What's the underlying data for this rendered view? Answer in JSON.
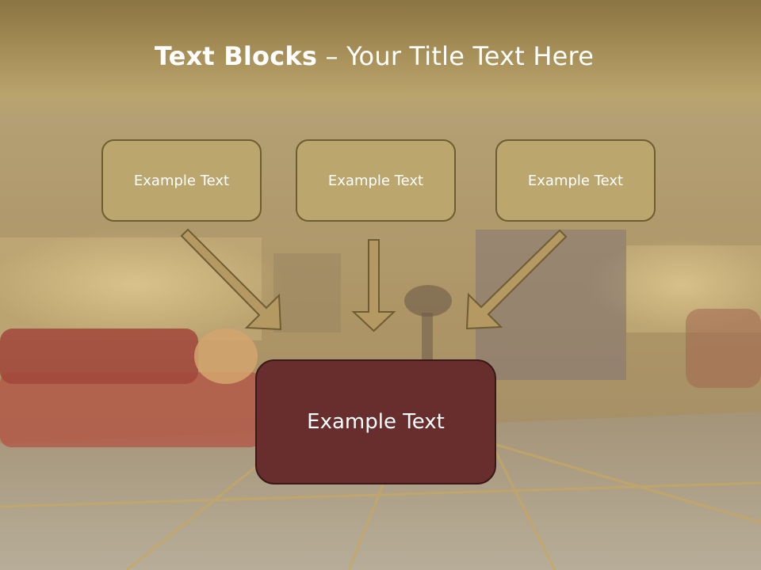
{
  "slide": {
    "title_bold": "Text Blocks",
    "title_sep": " – ",
    "title_rest": "Your Title Text Here"
  },
  "blocks": [
    {
      "label": "Example Text"
    },
    {
      "label": "Example Text"
    },
    {
      "label": "Example Text"
    }
  ],
  "target": {
    "label": "Example Text"
  },
  "colors": {
    "title_band": "#a78f58",
    "small_box_fill": "#bba66d",
    "small_box_border": "#6e5c33",
    "big_box_fill": "#682e2e",
    "arrow_fill": "#b49a62"
  }
}
